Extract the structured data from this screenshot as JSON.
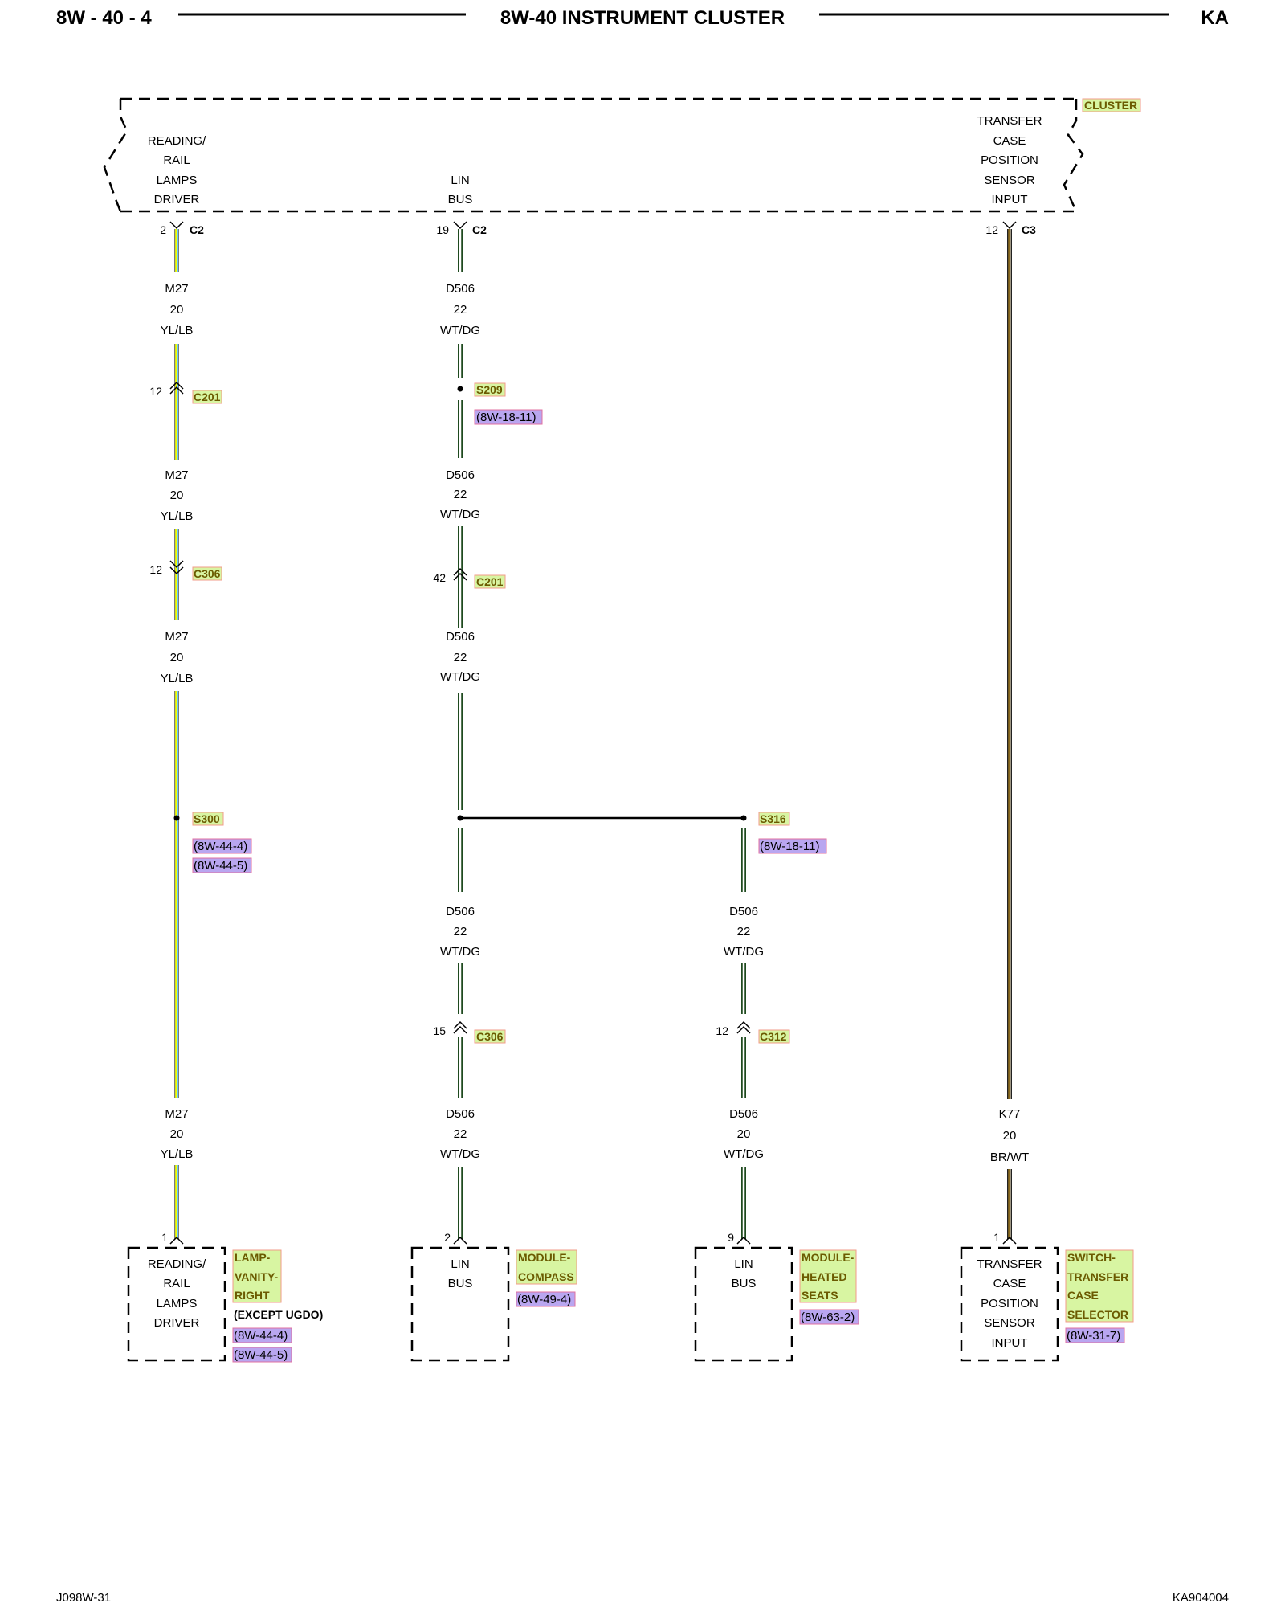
{
  "header": {
    "page_code": "8W - 40 - 4",
    "title": "8W-40 INSTRUMENT CLUSTER",
    "model": "KA"
  },
  "footer": {
    "left": "J098W-31",
    "right": "KA904004"
  },
  "colors": {
    "green_tag": "#d8f5a2",
    "green_tag_border": "#f29b8a",
    "blue_ref": "#b9a6f0",
    "blue_ref_border": "#e070a0"
  },
  "cluster": {
    "tag": "CLUSTER",
    "reading_lamps": [
      "READING/",
      "RAIL",
      "LAMPS",
      "DRIVER"
    ],
    "lin_bus": [
      "LIN",
      "BUS"
    ],
    "transfer_case": [
      "TRANSFER",
      "CASE",
      "POSITION",
      "SENSOR",
      "INPUT"
    ],
    "pin_reading": "2",
    "conn_reading": "C2",
    "pin_lin": "19",
    "conn_lin": "C2",
    "pin_transfer": "12",
    "conn_transfer": "C3"
  },
  "wire_m27": {
    "circuit": "M27",
    "gauge": "20",
    "color": "YL/LB"
  },
  "wire_d506_22": {
    "circuit": "D506",
    "gauge": "22",
    "color": "WT/DG"
  },
  "wire_d506_20": {
    "circuit": "D506",
    "gauge": "20",
    "color": "WT/DG"
  },
  "wire_k77": {
    "circuit": "K77",
    "gauge": "20",
    "color": "BR/WT"
  },
  "connectors": {
    "c201_left_pin": "12",
    "c201": "C201",
    "c306_left_pin": "12",
    "c306": "C306",
    "c201_mid_pin": "42",
    "c306_mid_pin": "15",
    "c312_pin": "12",
    "c312": "C312"
  },
  "splices": {
    "s209": "S209",
    "s209_ref": "(8W-18-11)",
    "s300": "S300",
    "s300_refs": [
      "(8W-44-4)",
      "(8W-44-5)"
    ],
    "s316": "S316",
    "s316_ref": "(8W-18-11)"
  },
  "components": {
    "vanity": {
      "pin": "1",
      "lines": [
        "READING/",
        "RAIL",
        "LAMPS",
        "DRIVER"
      ],
      "name": [
        "LAMP-",
        "VANITY-",
        "RIGHT"
      ],
      "note": "(EXCEPT UGDO)",
      "refs": [
        "(8W-44-4)",
        "(8W-44-5)"
      ]
    },
    "compass": {
      "pin": "2",
      "lines": [
        "LIN",
        "BUS"
      ],
      "name": [
        "MODULE-",
        "COMPASS"
      ],
      "refs": [
        "(8W-49-4)"
      ]
    },
    "heated_seats": {
      "pin": "9",
      "lines": [
        "LIN",
        "BUS"
      ],
      "name": [
        "MODULE-",
        "HEATED",
        "SEATS"
      ],
      "refs": [
        "(8W-63-2)"
      ]
    },
    "transfer_switch": {
      "pin": "1",
      "lines": [
        "TRANSFER",
        "CASE",
        "POSITION",
        "SENSOR",
        "INPUT"
      ],
      "name": [
        "SWITCH-",
        "TRANSFER",
        "CASE",
        "SELECTOR"
      ],
      "refs": [
        "(8W-31-7)"
      ]
    }
  }
}
